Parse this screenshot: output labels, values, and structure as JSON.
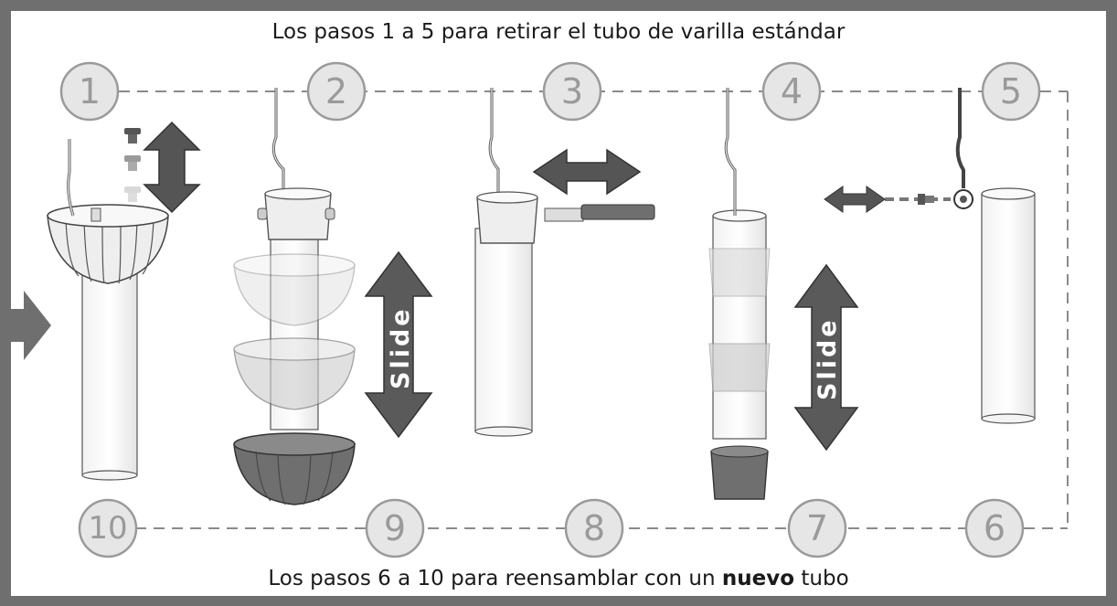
{
  "captions": {
    "top": "Los pasos 1 a 5 para retirar el tubo de varilla estándar",
    "bottom_prefix": "Los pasos 6 a 10 para reensamblar con un ",
    "bottom_bold": "nuevo",
    "bottom_suffix": " tubo"
  },
  "labels": {
    "slide": "Slide"
  },
  "steps": [
    "1",
    "2",
    "3",
    "4",
    "5",
    "6",
    "7",
    "8",
    "9",
    "10"
  ],
  "colors": {
    "frame": "#6f6f6f",
    "panel": "#ffffff",
    "step_circle_fill": "#e6e6e6",
    "step_circle_stroke": "#9a9a9a",
    "arrow": "#555555"
  },
  "icons": [
    "vertical-double-arrow-icon",
    "horizontal-double-arrow-icon",
    "small-horizontal-arrow-icon",
    "entry-arrow-icon",
    "screw-icon",
    "bolt-icon"
  ]
}
